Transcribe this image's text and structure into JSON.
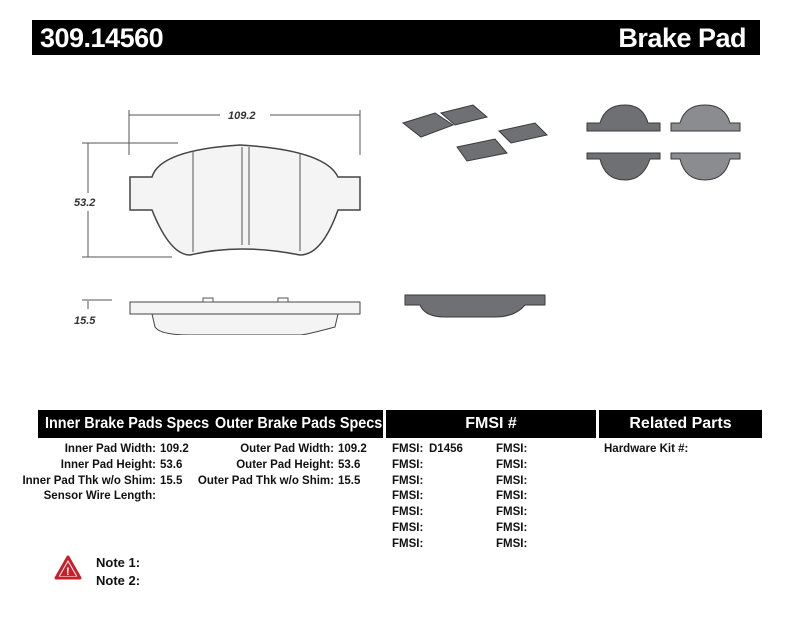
{
  "header": {
    "part_number": "309.14560",
    "product": "Brake Pad"
  },
  "drawing": {
    "width_dim": "109.2",
    "height_dim": "53.2",
    "thickness_dim": "15.5"
  },
  "table": {
    "headers": {
      "inner": "Inner Brake Pads Specs",
      "outer": "Outer Brake Pads Specs",
      "fmsi": "FMSI #",
      "related": "Related Parts"
    },
    "inner": [
      {
        "label": "Inner Pad Width:",
        "value": "109.2"
      },
      {
        "label": "Inner Pad Height:",
        "value": "53.6"
      },
      {
        "label": "Inner Pad Thk w/o Shim:",
        "value": "15.5"
      },
      {
        "label": "Sensor Wire Length:",
        "value": ""
      }
    ],
    "outer": [
      {
        "label": "Outer Pad Width:",
        "value": "109.2"
      },
      {
        "label": "Outer Pad Height:",
        "value": "53.6"
      },
      {
        "label": "Outer Pad Thk w/o Shim:",
        "value": "15.5"
      }
    ],
    "fmsi_col1": [
      {
        "label": "FMSI:",
        "value": "D1456"
      },
      {
        "label": "FMSI:",
        "value": ""
      },
      {
        "label": "FMSI:",
        "value": ""
      },
      {
        "label": "FMSI:",
        "value": ""
      },
      {
        "label": "FMSI:",
        "value": ""
      },
      {
        "label": "FMSI:",
        "value": ""
      },
      {
        "label": "FMSI:",
        "value": ""
      }
    ],
    "fmsi_col2": [
      {
        "label": "FMSI:",
        "value": ""
      },
      {
        "label": "FMSI:",
        "value": ""
      },
      {
        "label": "FMSI:",
        "value": ""
      },
      {
        "label": "FMSI:",
        "value": ""
      },
      {
        "label": "FMSI:",
        "value": ""
      },
      {
        "label": "FMSI:",
        "value": ""
      },
      {
        "label": "FMSI:",
        "value": ""
      }
    ],
    "related": {
      "label": "Hardware Kit #:",
      "value": ""
    }
  },
  "notes": {
    "icon": "warning-triangle-icon",
    "note1": "Note 1:",
    "note2": "Note 2:"
  },
  "colors": {
    "header_bg": "#000000",
    "pad_gray": "#6e7073",
    "warning_red": "#c8202a"
  }
}
